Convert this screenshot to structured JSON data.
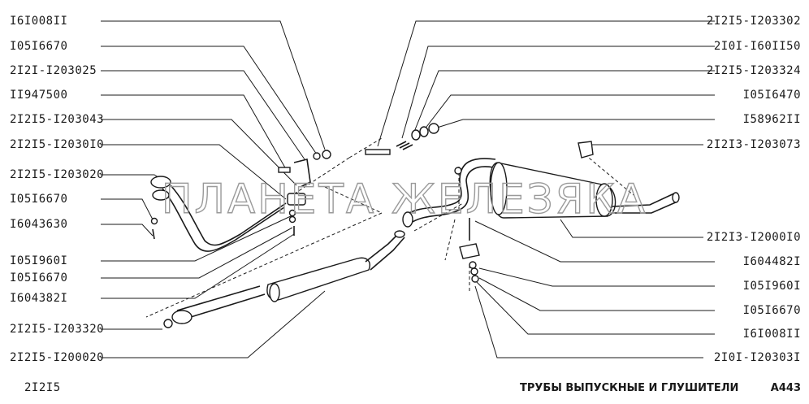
{
  "diagram": {
    "labels_left": [
      "I6I008II",
      "I05I6670",
      "2I2I-I203025",
      "II947500",
      "2I2I5-I203043",
      "2I2I5-I2030I0",
      "2I2I5-I203020",
      "I05I6670",
      "I6043630",
      "I05I960I",
      "I05I6670",
      "I604382I",
      "2I2I5-I203320",
      "2I2I5-I200020"
    ],
    "labels_right": [
      "2I2I5-I203302",
      "2I0I-I60II50",
      "2I2I5-I203324",
      "I05I6470",
      "I58962II",
      "2I2I3-I203073",
      "2I2I3-I2000I0",
      "I604482I",
      "I05I960I",
      "I05I6670",
      "I6I008II",
      "2I0I-I20303I"
    ]
  },
  "footer": {
    "model": "2I2I5",
    "title": "ТРУБЫ ВЫПУСКНЫЕ И ГЛУШИТЕЛИ",
    "code": "A443"
  },
  "watermark": "ПЛАНЕТА ЖЕЛЕЗЯКА"
}
